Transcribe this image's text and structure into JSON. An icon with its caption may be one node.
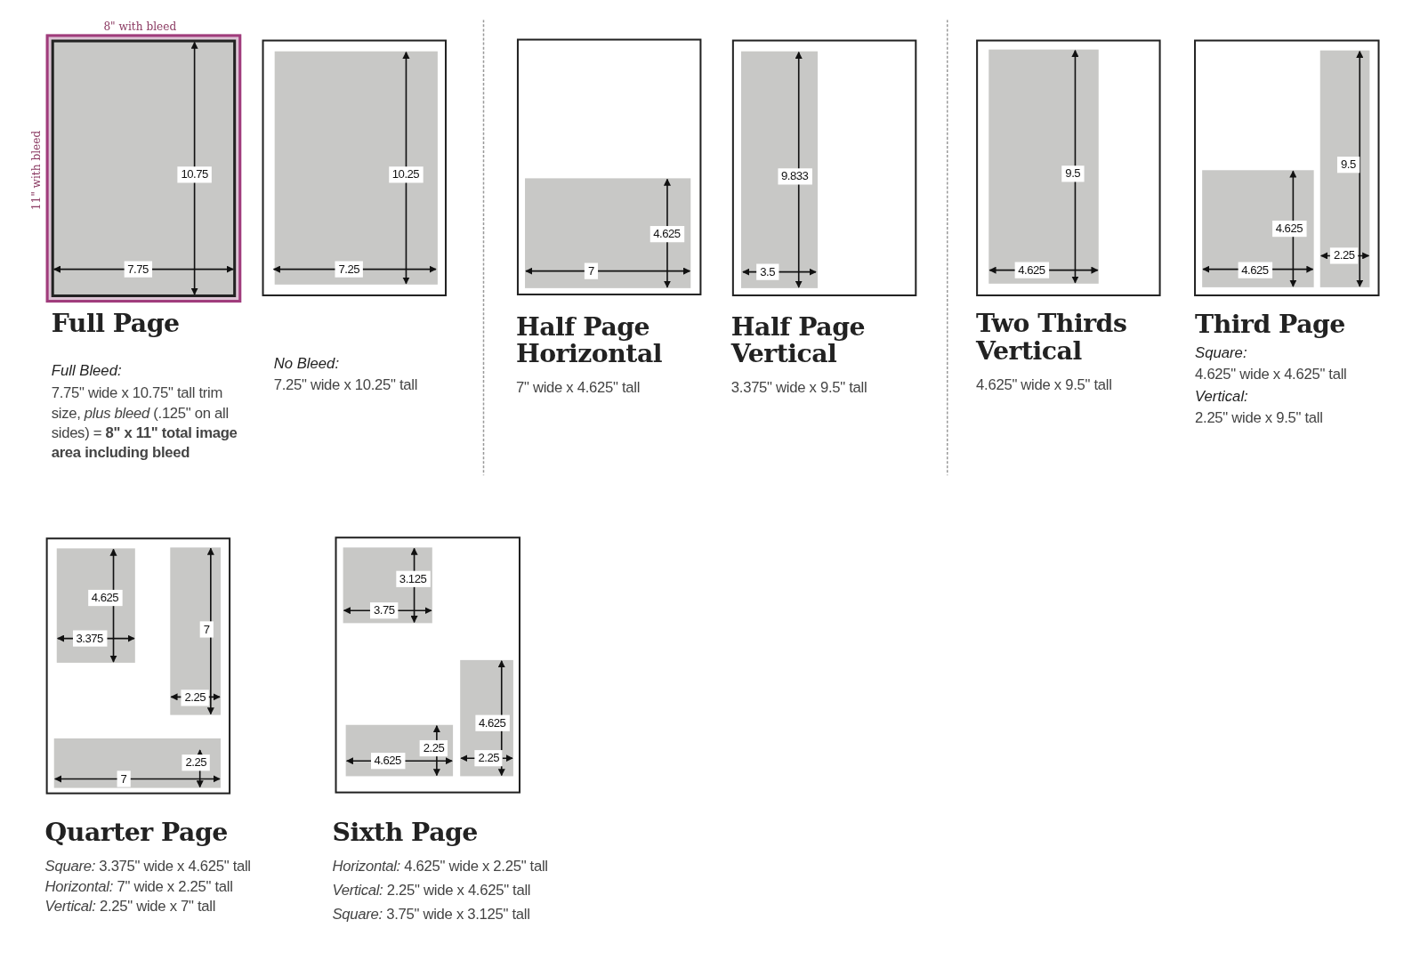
{
  "diagram": {
    "nodes": [
      {
        "text": [],
        "shape": "box"
      },
      {
        "text": [
          "10.75",
          "7.75"
        ],
        "in": 0
      },
      {
        "text": [],
        "shape": "box"
      },
      {
        "text": [
          "10.25",
          "7.25"
        ],
        "in": 2
      },
      {
        "text": [],
        "shape": "box"
      },
      {
        "text": [
          "4.625",
          "7"
        ],
        "in": 4
      },
      {
        "text": [],
        "shape": "box"
      },
      {
        "text": [
          "9.833",
          "3.5"
        ],
        "in": 6
      },
      {
        "text": [],
        "shape": "box"
      },
      {
        "text": [
          "9.5",
          "4.625"
        ],
        "in": 8
      },
      {
        "text": [],
        "shape": "box"
      },
      {
        "text": [
          "4.625",
          "4.625"
        ],
        "in": 10
      },
      {
        "text": [
          "9.5",
          "2.25"
        ],
        "in": 10
      },
      {
        "text": [],
        "shape": "box"
      },
      {
        "text": [
          "4.625",
          "3.375"
        ],
        "in": 13
      },
      {
        "text": [
          "7",
          "2.25"
        ],
        "in": 13
      },
      {
        "text": [
          "2.25",
          "7"
        ],
        "in": 13
      },
      {
        "text": [],
        "shape": "box"
      },
      {
        "text": [
          "3.125",
          "3.75"
        ],
        "in": 17
      },
      {
        "text": [
          "2.25",
          "4.625"
        ],
        "in": 17
      },
      {
        "text": [
          "4.625",
          "2.25"
        ],
        "in": 17
      }
    ],
    "labels": [
      "8\" with bleed",
      "11\" with bleed",
      "Full Page",
      "Full Bleed:",
      "7.75\" wide x 10.75\" tall trim size, *plus bleed* (.125\" on all sides) = **8\" x 11\" total image area including bleed**",
      "No Bleed:",
      "7.25\" wide x 10.25\" tall",
      "Half Page Horizontal",
      "7\" wide x 4.625\" tall",
      "Half Page Vertical",
      "3.375\" wide x 9.5\" tall",
      "Two Thirds Vertical",
      "4.625\" wide x 9.5\" tall",
      "Third Page",
      "Square:",
      "4.625\" wide x 4.625\" tall",
      "Vertical:",
      "2.25\" wide x 9.5\" tall",
      "Quarter Page",
      "*Square:* 3.375\" wide x 4.625\" tall",
      "*Horizontal:* 7\" wide x 2.25\" tall",
      "*Vertical:* 2.25\" wide x 7\" tall",
      "Sixth Page",
      "*Horizontal:* 4.625\" wide x 2.25\" tall",
      "*Vertical:* 2.25\" wide x 4.625\" tall",
      "*Square:* 3.75\" wide x 3.125\" tall"
    ]
  }
}
